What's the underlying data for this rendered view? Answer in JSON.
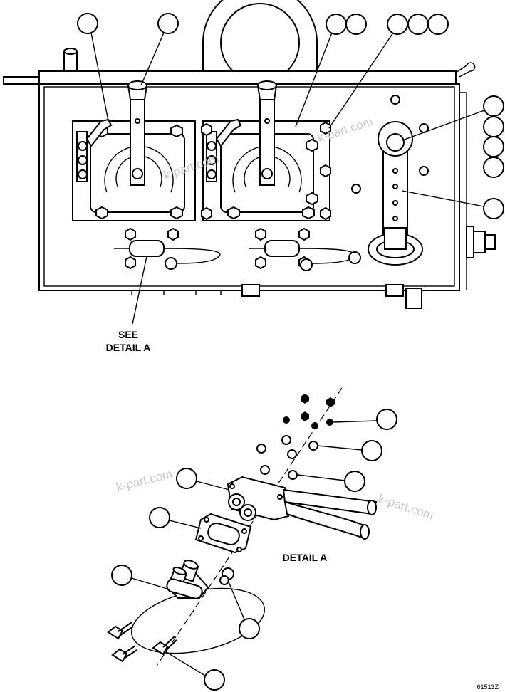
{
  "labels": {
    "see_detail_line1": "SEE",
    "see_detail_line2": "DETAIL A",
    "detail_title": "DETAIL A",
    "drawing_number": "61513Z"
  },
  "watermark": "k-part.com",
  "colors": {
    "ink": "#000000",
    "paper": "#ffffff",
    "watermark": "#c8c8c8"
  }
}
